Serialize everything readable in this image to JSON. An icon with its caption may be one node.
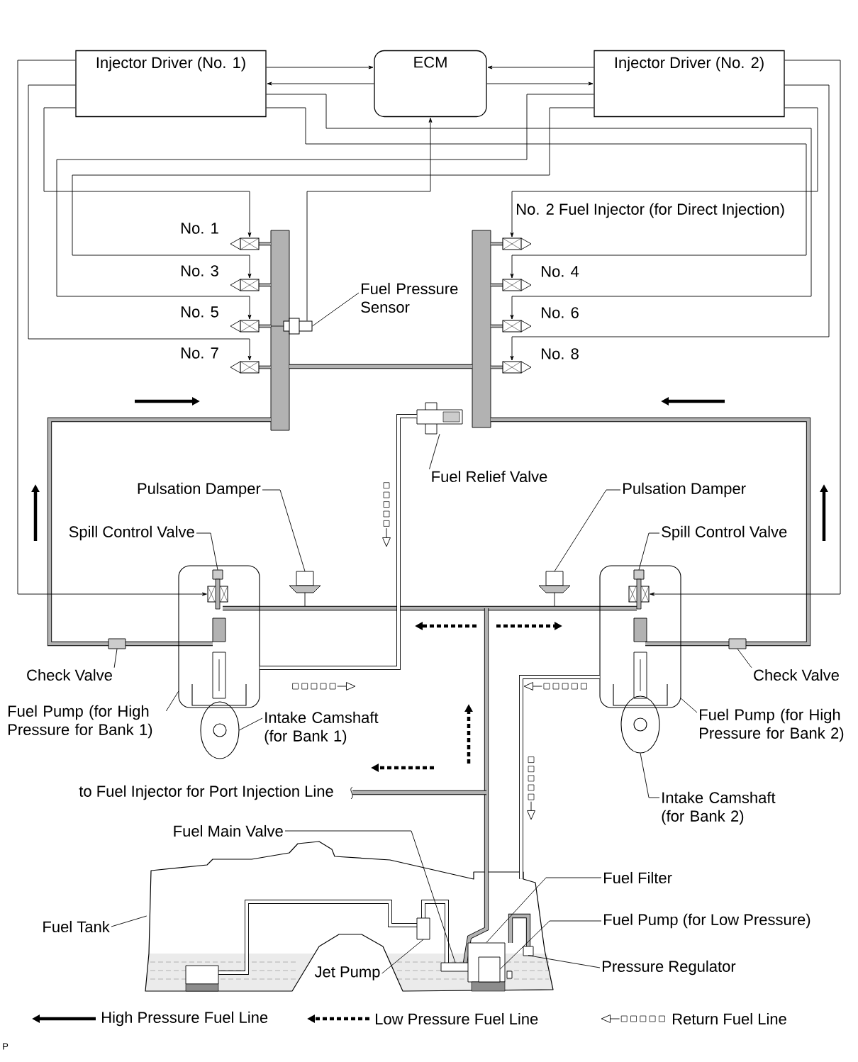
{
  "diagram": {
    "nodes": [
      {
        "text": [
          "Injector Driver (No. 1)"
        ]
      },
      {
        "text": [
          "ECM"
        ]
      },
      {
        "text": [
          "Injector Driver (No. 2)"
        ]
      },
      {
        "text": [
          "No. 1"
        ]
      },
      {
        "text": [
          "No. 3"
        ]
      },
      {
        "text": [
          "No. 5"
        ]
      },
      {
        "text": [
          "No. 7"
        ]
      },
      {
        "text": [
          "No. 2 Fuel Injector (for Direct Injection)"
        ]
      },
      {
        "text": [
          "No. 4"
        ]
      },
      {
        "text": [
          "No. 6"
        ]
      },
      {
        "text": [
          "No. 8"
        ]
      },
      {
        "text": [],
        "shape": "box"
      },
      {
        "text": [
          "Fuel Pressure Sensor"
        ]
      },
      {
        "text": [],
        "shape": "box",
        "in": 37
      },
      {
        "text": [],
        "shape": "box",
        "in": 38
      },
      {
        "text": [
          "Spill Control Valve"
        ]
      },
      {
        "text": [
          "Spill Control Valve"
        ]
      },
      {
        "text": [
          "Pulsation Damper"
        ]
      },
      {
        "text": [
          "Pulsation Damper"
        ]
      },
      {
        "text": [
          "Fuel Relief Valve"
        ]
      },
      {
        "text": [
          "Check Valve"
        ]
      },
      {
        "text": [
          "Check Valve"
        ]
      },
      {
        "text": [
          "Fuel Pump (for High Pressure for Bank 1)"
        ]
      },
      {
        "text": [
          "Fuel Pump (for High Pressure for Bank 2)"
        ]
      },
      {
        "text": [
          "Intake Camshaft (for Bank 1)"
        ]
      },
      {
        "text": [
          "Intake Camshaft (for Bank 2)"
        ]
      },
      {
        "text": [
          "Fuel Main Valve"
        ]
      },
      {
        "text": [
          "Fuel Tank"
        ]
      },
      {
        "text": [
          "Jet Pump"
        ]
      },
      {
        "text": [
          "Fuel Filter"
        ]
      },
      {
        "text": [
          "Fuel Pump (for Low Pressure)"
        ]
      },
      {
        "text": [
          "Pressure Regulator"
        ]
      },
      {
        "text": [],
        "shape": "box"
      },
      {
        "text": [],
        "shape": "box"
      },
      {
        "text": [],
        "shape": "box"
      },
      {
        "text": [],
        "shape": "box"
      },
      {
        "text": [],
        "shape": "box"
      },
      {
        "text": [],
        "shape": "box"
      },
      {
        "text": [],
        "shape": "box"
      },
      {
        "text": [],
        "shape": "circle"
      },
      {
        "text": [],
        "shape": "circle"
      },
      {
        "text": [],
        "shape": "tank"
      },
      {
        "text": [],
        "shape": "box",
        "in": 41
      },
      {
        "text": [],
        "shape": "box",
        "in": 41
      },
      {
        "text": [],
        "shape": "box",
        "in": 41
      },
      {
        "text": [],
        "shape": "box",
        "in": 44
      },
      {
        "text": [],
        "shape": "box",
        "in": 41
      }
    ],
    "edges": [
      {
        "from": 0,
        "to": 1,
        "arrow": "to"
      },
      {
        "from": 1,
        "to": 0,
        "arrow": "to"
      },
      {
        "from": 2,
        "to": 1,
        "arrow": "to"
      },
      {
        "from": 1,
        "to": 2,
        "arrow": "to"
      },
      {
        "from": 11,
        "to": 1,
        "arrow": "to"
      },
      {
        "from": 0,
        "to": 13,
        "arrow": "to"
      },
      {
        "from": 0,
        "to": 6,
        "arrow": "to"
      },
      {
        "from": 0,
        "to": 3,
        "arrow": "to"
      },
      {
        "from": 0,
        "to": 9,
        "arrow": "to"
      },
      {
        "from": 0,
        "to": 8,
        "arrow": "to"
      },
      {
        "from": 2,
        "to": 5,
        "arrow": "to"
      },
      {
        "from": 2,
        "to": 4,
        "arrow": "to"
      },
      {
        "from": 2,
        "to": 14,
        "arrow": "to"
      },
      {
        "from": 2,
        "to": 10,
        "arrow": "to"
      },
      {
        "from": 2,
        "to": 7,
        "arrow": "to"
      },
      {
        "from": 12,
        "to": 11,
        "arrow": "none"
      },
      {
        "from": 15,
        "to": 13,
        "arrow": "none"
      },
      {
        "from": 16,
        "to": 14,
        "arrow": "none"
      },
      {
        "from": 17,
        "to": 32,
        "arrow": "none"
      },
      {
        "from": 18,
        "to": 33,
        "arrow": "none"
      },
      {
        "from": 19,
        "to": 34,
        "arrow": "none"
      },
      {
        "from": 20,
        "to": 35,
        "arrow": "none"
      },
      {
        "from": 21,
        "to": 36,
        "arrow": "none"
      },
      {
        "from": 22,
        "to": 37,
        "arrow": "none"
      },
      {
        "from": 23,
        "to": 38,
        "arrow": "none"
      },
      {
        "from": 24,
        "to": 39,
        "arrow": "none"
      },
      {
        "from": 25,
        "to": 40,
        "arrow": "none"
      },
      {
        "from": 26,
        "to": 42,
        "arrow": "none"
      },
      {
        "from": 27,
        "to": 41,
        "arrow": "none"
      },
      {
        "from": 28,
        "to": 43,
        "arrow": "none"
      },
      {
        "from": 29,
        "to": 44,
        "arrow": "none"
      },
      {
        "from": 30,
        "to": 45,
        "arrow": "none"
      },
      {
        "from": 31,
        "to": 46,
        "arrow": "none"
      },
      {
        "from": 34,
        "to": 37,
        "arrow": "none",
        "style": "thick"
      },
      {
        "from": 38,
        "to": 41,
        "arrow": "none",
        "style": "thick"
      }
    ],
    "labels": [
      "to Fuel Injector for Port Injection Line",
      "P"
    ],
    "legend": [
      {
        "text": "High Pressure Fuel Line"
      },
      {
        "text": "Low Pressure Fuel Line"
      },
      {
        "text": "Return Fuel Line"
      }
    ]
  }
}
